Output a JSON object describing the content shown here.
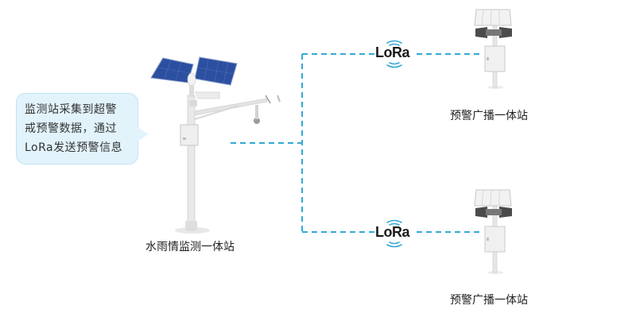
{
  "bubble": {
    "lines": [
      "监测站采集到超警",
      "戒预警数据，通过",
      "LoRa发送预警信息"
    ]
  },
  "monitor_station": {
    "label": "水雨情监测一体站"
  },
  "warning_stations": [
    {
      "label": "预警广播一体站"
    },
    {
      "label": "预警广播一体站"
    }
  ],
  "links": [
    {
      "label": "LoRa"
    },
    {
      "label": "LoRa"
    }
  ],
  "colors": {
    "link": "#35a9d6",
    "bubble_bg": "#e2f3fc",
    "solar_panel": "#2c4fa0",
    "pole": "#e6e6e6"
  }
}
